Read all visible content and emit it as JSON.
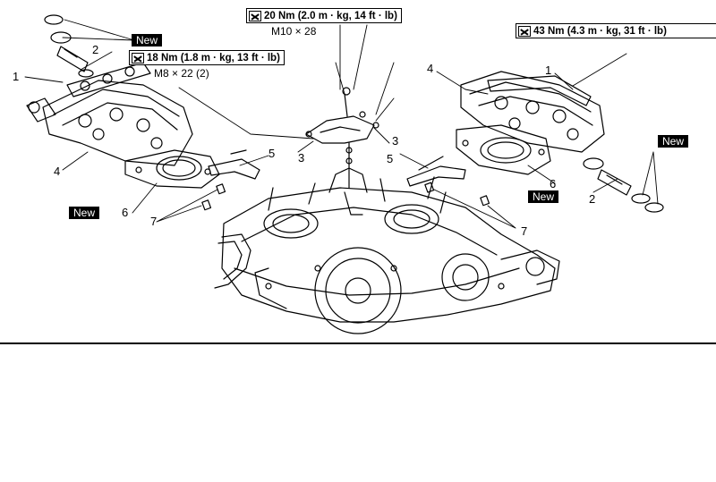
{
  "torque_specs": [
    {
      "id": "t1",
      "label": "20 Nm (2.0 m · kg, 14 ft · lb)",
      "bolt": "M10 × 28"
    },
    {
      "id": "t2",
      "label": "18 Nm (1.8 m · kg, 13 ft · lb)",
      "bolt": "M8 × 22 (2)"
    },
    {
      "id": "t3",
      "label": "43 Nm (4.3 m · kg, 31 ft · lb)",
      "bolt": ""
    }
  ],
  "new_badge": "New",
  "callouts": {
    "c1": "1",
    "c2": "2",
    "c3": "3",
    "c4": "4",
    "c5": "5",
    "c6": "6",
    "c7": "7"
  },
  "colors": {
    "ink": "#000000",
    "paper": "#ffffff"
  }
}
